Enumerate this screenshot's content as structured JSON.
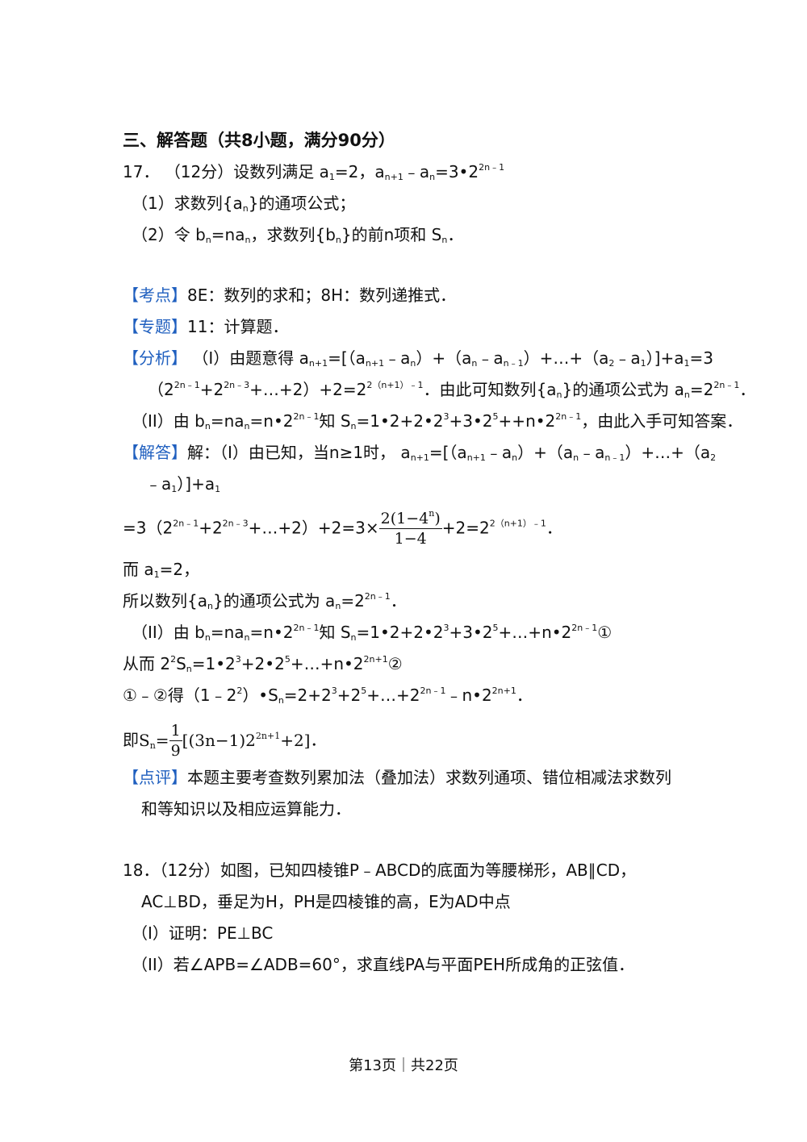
{
  "section_title": "三、解答题（共8小题，满分90分）",
  "q17": {
    "num": "17．",
    "score": "（12分）",
    "text": "设数列满足",
    "sub1": "（1）求数列",
    "sub1_tail": "的通项公式；",
    "sub2": "（2）令",
    "sub2_mid": "，求数列",
    "sub2_tail": "的前n项和"
  },
  "labels": {
    "kaodian": "【考点】",
    "zhuanti": "【专题】",
    "fenxi": "【分析】",
    "jieda": "【解答】",
    "dianping": "【点评】"
  },
  "kaodian_text": "8E：数列的求和；8H：数列递推式．",
  "zhuanti_text": "11：计算题．",
  "fenxi": {
    "line1_lead": "（I）由题意得",
    "line2_tail": "．由此可知数列",
    "line2_tail2": "的通项公式为",
    "line3_lead": "（II）由",
    "line3_mid": "知",
    "line3_tail": "，由此入手可知答案．"
  },
  "jieda": {
    "lead": "解：（I）由已知，当n≥1时，",
    "er": "而",
    "suoyi": "所以数列",
    "suoyi_mid": "的通项公式为",
    "ii_lead": "（II）由",
    "ii_mid": "知",
    "congr": "从而",
    "de": "得",
    "ji": "即"
  },
  "dianping": {
    "line1": "本题主要考查数列累加法（叠加法）求数列通项、错位相减法求数列",
    "line2": "和等知识以及相应运算能力．"
  },
  "q18": {
    "line1": "18．（12分）如图，已知四棱锥P﹣ABCD的底面为等腰梯形，AB∥CD，",
    "line2": "AC⊥BD，垂足为H，PH是四棱锥的高，E为AD中点",
    "line3": "（I）证明：PE⊥BC",
    "line4": "（II）若∠APB=∠ADB=60°，求直线PA与平面PEH所成角的正弦值．"
  },
  "footer": "第13页｜共22页"
}
